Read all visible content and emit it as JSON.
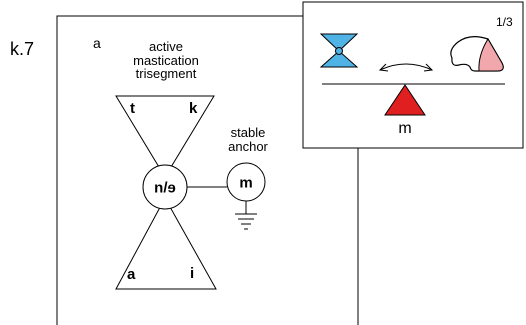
{
  "figure_label": "k.7",
  "panel_label": "a",
  "trisegment_caption": [
    "active",
    "mastication",
    "trisegment"
  ],
  "corner_labels": {
    "top_left": "t",
    "top_right": "k",
    "bottom_left": "a",
    "bottom_right": "i"
  },
  "center_node": "n/ɘ",
  "anchor_node": "m",
  "anchor_caption": [
    "stable",
    "anchor"
  ],
  "inset": {
    "fraction": "1/3",
    "fulcrum_label": "m",
    "colors": {
      "hourglass": "#4fb3e6",
      "fulcrum": "#e02020",
      "jaw_shading": "#f2a7ac"
    }
  }
}
